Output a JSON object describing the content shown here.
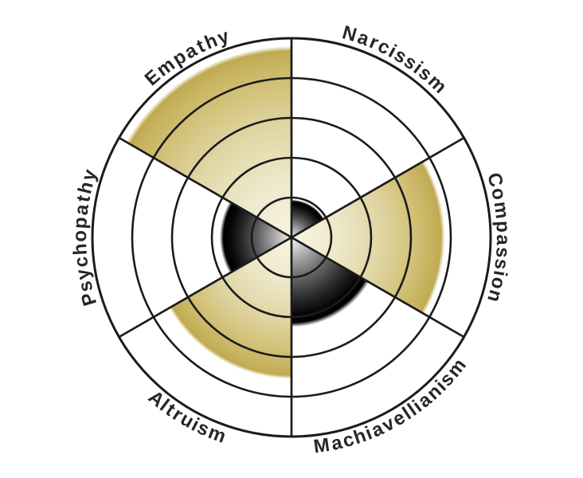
{
  "chart_data": {
    "type": "polar-sector-wheel",
    "title": "",
    "rings": 5,
    "scale_max": 5,
    "sectors": [
      {
        "label": "Empathy",
        "group": "light",
        "value": 4.8,
        "angle_start": 90,
        "angle_end": 150,
        "label_angle": 120,
        "label_flipped": false
      },
      {
        "label": "Narcissism",
        "group": "dark",
        "value": 0.95,
        "angle_start": 30,
        "angle_end": 90,
        "label_angle": 60,
        "label_flipped": false
      },
      {
        "label": "Compassion",
        "group": "light",
        "value": 3.85,
        "angle_start": -30,
        "angle_end": 30,
        "label_angle": 0,
        "label_flipped": false
      },
      {
        "label": "Machiavellianism",
        "group": "dark",
        "value": 2.25,
        "angle_start": 270,
        "angle_end": 330,
        "label_angle": 300,
        "label_flipped": true
      },
      {
        "label": "Altruism",
        "group": "light",
        "value": 3.55,
        "angle_start": 210,
        "angle_end": 270,
        "label_angle": 240,
        "label_flipped": true
      },
      {
        "label": "Psychopathy",
        "group": "dark",
        "value": 1.8,
        "angle_start": 150,
        "angle_end": 210,
        "label_angle": 180,
        "label_flipped": false
      }
    ],
    "grid": "concentric-circles-and-spokes",
    "legend_position": "none"
  },
  "colors": {
    "background": "#ffffff",
    "grid_line": "#1b1b1b",
    "label_text": "#262626",
    "light_center": "#f7f4e2",
    "light_mid": "#e0d6a4",
    "light_outer": "#c6b15c",
    "light_edge": "#c0aa50",
    "dark_center": "#efefef",
    "dark_mid": "#606060",
    "dark_edge": "#000000"
  }
}
